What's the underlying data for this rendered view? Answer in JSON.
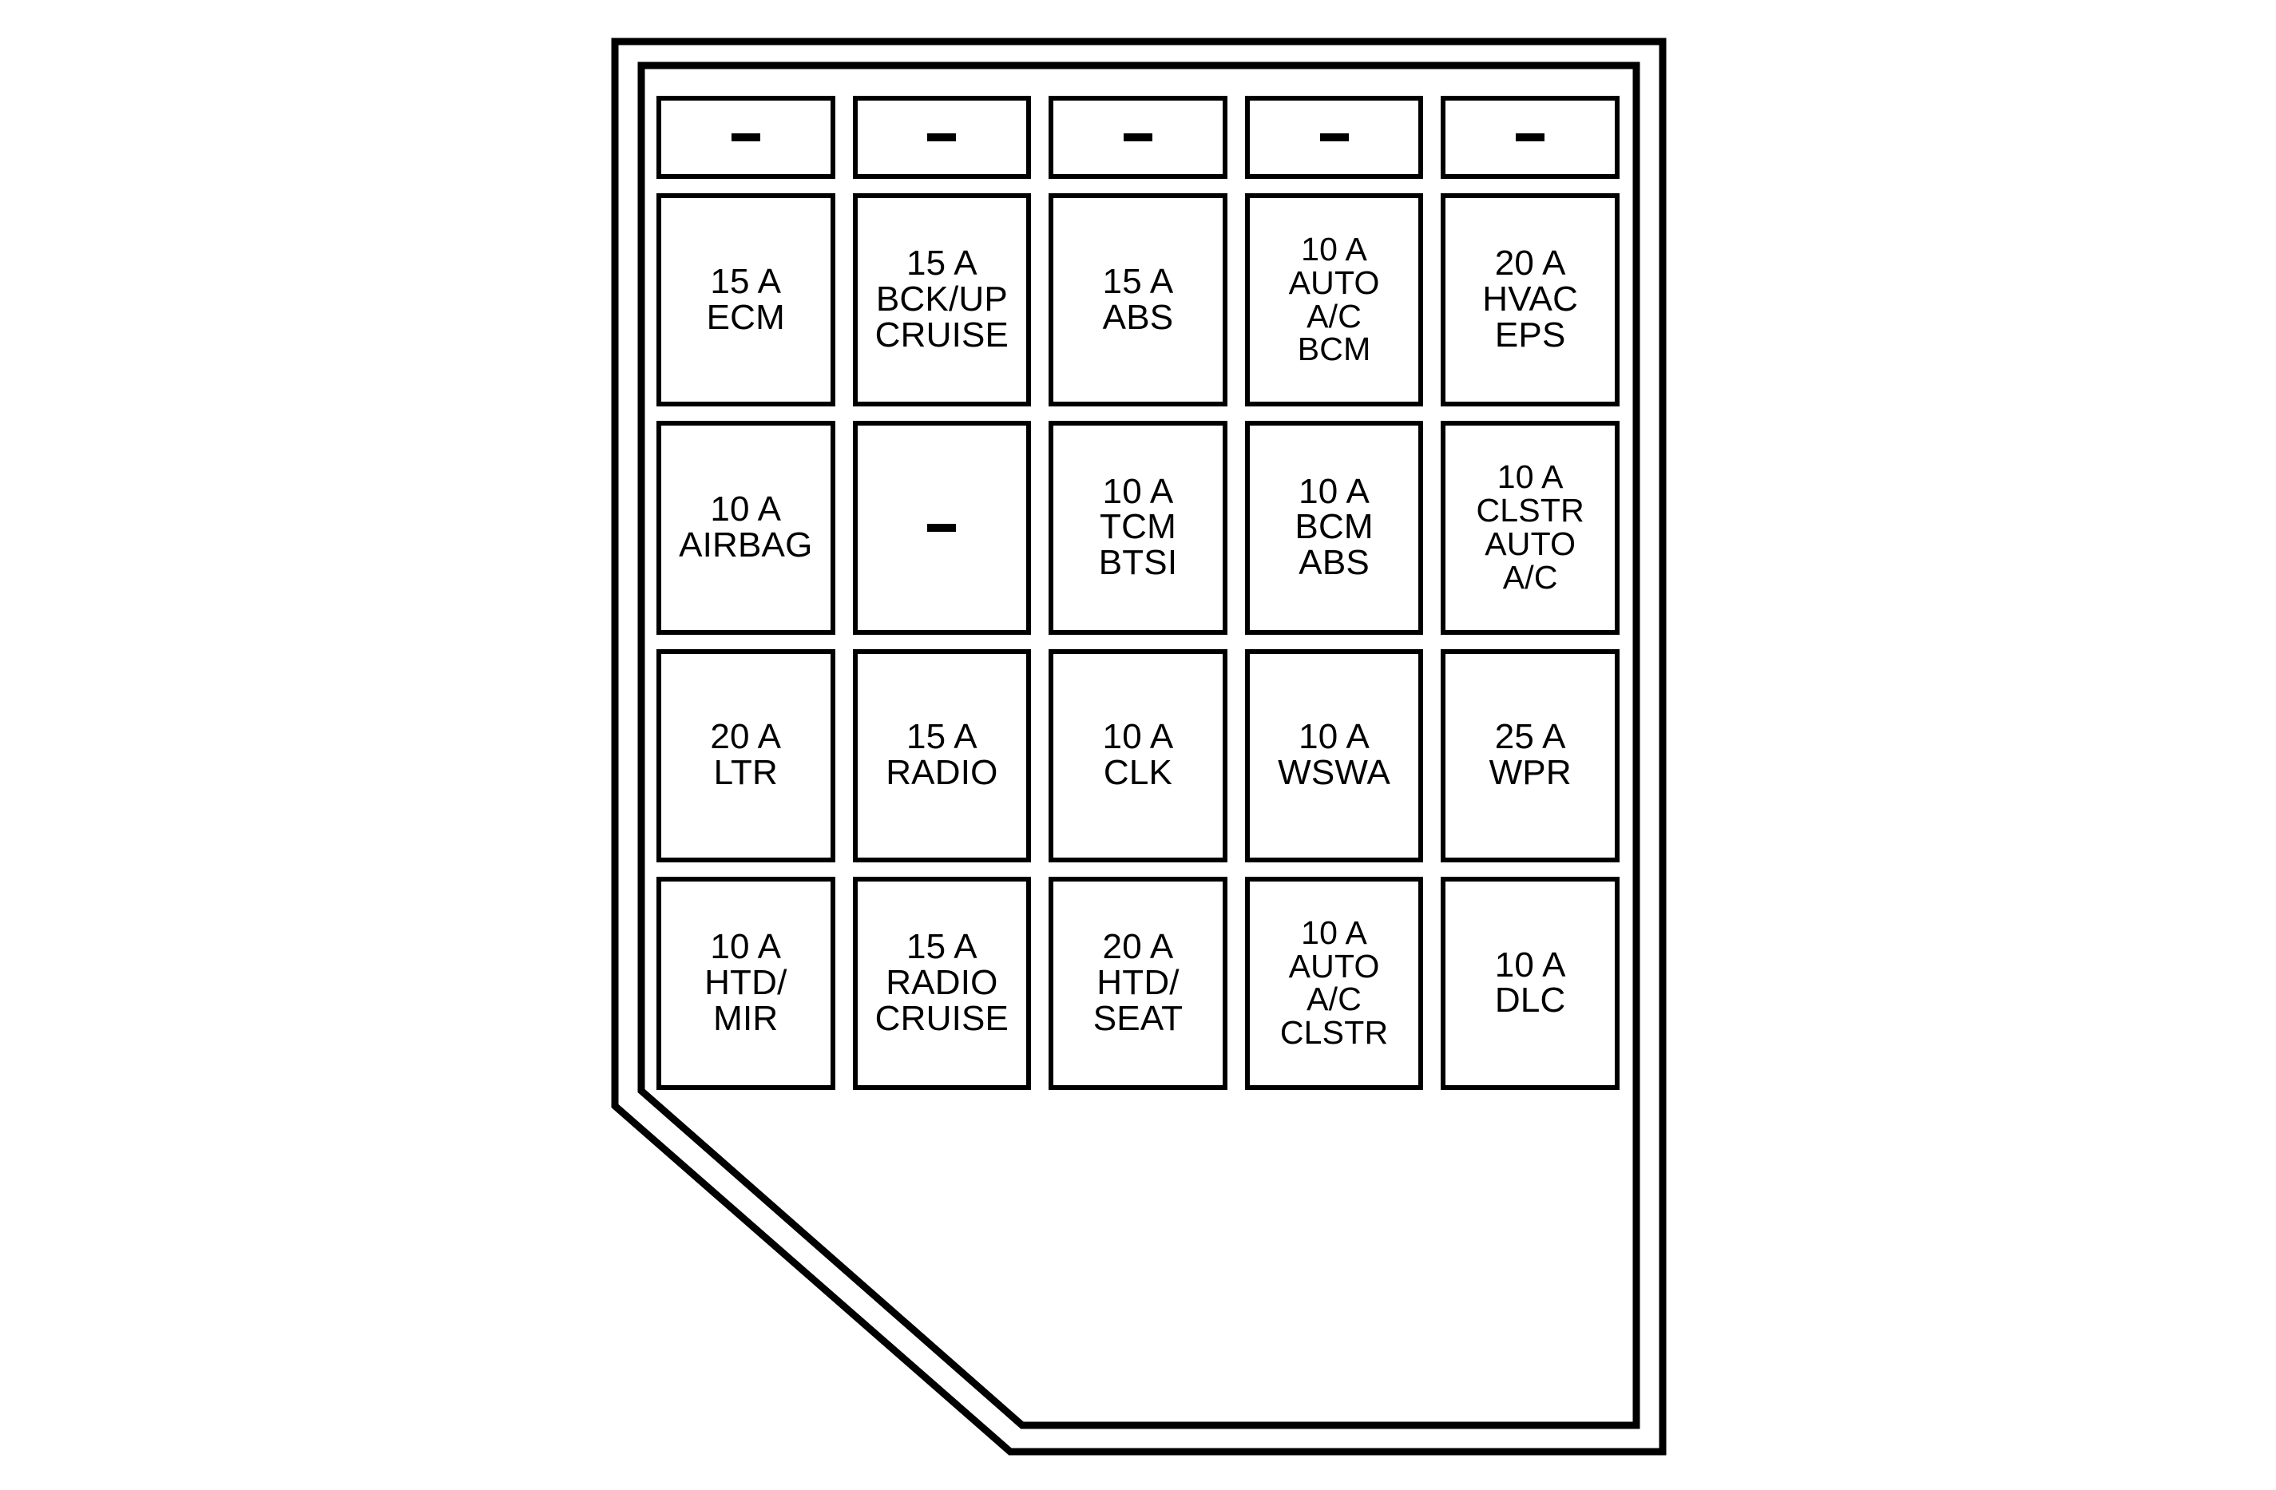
{
  "diagram": {
    "type": "fuse-box-panel",
    "outline": {
      "description": "double-line rectangular panel with chamfered bottom-left corner",
      "stroke_color": "#000000",
      "fill_color": "#ffffff"
    },
    "columns": 5,
    "rows": 5,
    "empty_marker": "–"
  },
  "fuses": [
    {
      "row": 1,
      "col": 1,
      "name": "fuse-r1c1",
      "empty": true,
      "amp": "",
      "lines": []
    },
    {
      "row": 1,
      "col": 2,
      "name": "fuse-r1c2",
      "empty": true,
      "amp": "",
      "lines": []
    },
    {
      "row": 1,
      "col": 3,
      "name": "fuse-r1c3",
      "empty": true,
      "amp": "",
      "lines": []
    },
    {
      "row": 1,
      "col": 4,
      "name": "fuse-r1c4",
      "empty": true,
      "amp": "",
      "lines": []
    },
    {
      "row": 1,
      "col": 5,
      "name": "fuse-r1c5",
      "empty": true,
      "amp": "",
      "lines": []
    },
    {
      "row": 2,
      "col": 1,
      "name": "fuse-ecm",
      "empty": false,
      "amp": "15 A",
      "lines": [
        "15 A",
        "ECM"
      ]
    },
    {
      "row": 2,
      "col": 2,
      "name": "fuse-bckup-cruise",
      "empty": false,
      "amp": "15 A",
      "lines": [
        "15 A",
        "BCK/UP",
        "CRUISE"
      ]
    },
    {
      "row": 2,
      "col": 3,
      "name": "fuse-abs",
      "empty": false,
      "amp": "15 A",
      "lines": [
        "15 A",
        "ABS"
      ]
    },
    {
      "row": 2,
      "col": 4,
      "name": "fuse-auto-ac-bcm",
      "empty": false,
      "amp": "10 A",
      "lines": [
        "10 A",
        "AUTO",
        "A/C",
        "BCM"
      ]
    },
    {
      "row": 2,
      "col": 5,
      "name": "fuse-hvac-eps",
      "empty": false,
      "amp": "20 A",
      "lines": [
        "20 A",
        "HVAC",
        "EPS"
      ]
    },
    {
      "row": 3,
      "col": 1,
      "name": "fuse-airbag",
      "empty": false,
      "amp": "10 A",
      "lines": [
        "10 A",
        "AIRBAG"
      ]
    },
    {
      "row": 3,
      "col": 2,
      "name": "fuse-r3c2",
      "empty": true,
      "amp": "",
      "lines": []
    },
    {
      "row": 3,
      "col": 3,
      "name": "fuse-tcm-btsi",
      "empty": false,
      "amp": "10 A",
      "lines": [
        "10 A",
        "TCM",
        "BTSI"
      ]
    },
    {
      "row": 3,
      "col": 4,
      "name": "fuse-bcm-abs",
      "empty": false,
      "amp": "10 A",
      "lines": [
        "10 A",
        "BCM",
        "ABS"
      ]
    },
    {
      "row": 3,
      "col": 5,
      "name": "fuse-clstr-auto-ac",
      "empty": false,
      "amp": "10 A",
      "lines": [
        "10 A",
        "CLSTR",
        "AUTO",
        "A/C"
      ]
    },
    {
      "row": 4,
      "col": 1,
      "name": "fuse-ltr",
      "empty": false,
      "amp": "20 A",
      "lines": [
        "20 A",
        "LTR"
      ]
    },
    {
      "row": 4,
      "col": 2,
      "name": "fuse-radio",
      "empty": false,
      "amp": "15 A",
      "lines": [
        "15 A",
        "RADIO"
      ]
    },
    {
      "row": 4,
      "col": 3,
      "name": "fuse-clk",
      "empty": false,
      "amp": "10 A",
      "lines": [
        "10 A",
        "CLK"
      ]
    },
    {
      "row": 4,
      "col": 4,
      "name": "fuse-wswa",
      "empty": false,
      "amp": "10 A",
      "lines": [
        "10 A",
        "WSWA"
      ]
    },
    {
      "row": 4,
      "col": 5,
      "name": "fuse-wpr",
      "empty": false,
      "amp": "25 A",
      "lines": [
        "25 A",
        "WPR"
      ]
    },
    {
      "row": 5,
      "col": 1,
      "name": "fuse-htd-mir",
      "empty": false,
      "amp": "10 A",
      "lines": [
        "10 A",
        "HTD/",
        "MIR"
      ]
    },
    {
      "row": 5,
      "col": 2,
      "name": "fuse-radio-cruise",
      "empty": false,
      "amp": "15 A",
      "lines": [
        "15 A",
        "RADIO",
        "CRUISE"
      ]
    },
    {
      "row": 5,
      "col": 3,
      "name": "fuse-htd-seat",
      "empty": false,
      "amp": "20 A",
      "lines": [
        "20 A",
        "HTD/",
        "SEAT"
      ]
    },
    {
      "row": 5,
      "col": 4,
      "name": "fuse-auto-ac-clstr",
      "empty": false,
      "amp": "10 A",
      "lines": [
        "10 A",
        "AUTO",
        "A/C",
        "CLSTR"
      ]
    },
    {
      "row": 5,
      "col": 5,
      "name": "fuse-dlc",
      "empty": false,
      "amp": "10 A",
      "lines": [
        "10 A",
        "DLC"
      ]
    }
  ]
}
